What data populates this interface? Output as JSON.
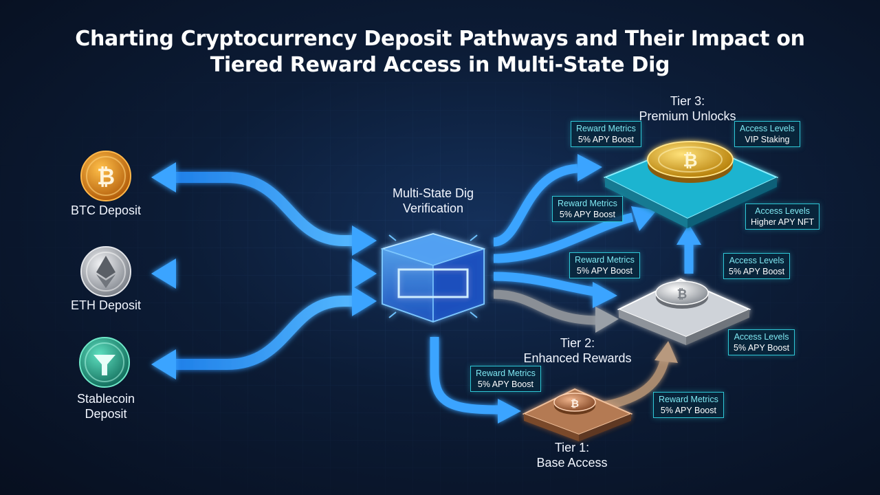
{
  "title": {
    "line1": "Charting Cryptocurrency Deposit Pathways and Their Impact on",
    "line2": "Tiered Reward Access in Multi-State Dig"
  },
  "deposits": [
    {
      "label": "BTC Deposit",
      "icon": "bitcoin-icon",
      "color": "#e88a1a"
    },
    {
      "label": "ETH Deposit",
      "icon": "ethereum-icon",
      "color": "#b8bcc4"
    },
    {
      "label_line1": "Stablecoin",
      "label_line2": "Deposit",
      "icon": "stablecoin-icon",
      "color": "#2fb89a"
    }
  ],
  "center": {
    "line1": "Multi-State Dig",
    "line2": "Verification"
  },
  "tiers": {
    "tier3": {
      "line1": "Tier 3:",
      "line2": "Premium Unlocks",
      "color": "#f2c230"
    },
    "tier2": {
      "line1": "Tier 2:",
      "line2": "Enhanced Rewards",
      "color": "#c9ccd2"
    },
    "tier1": {
      "line1": "Tier 1:",
      "line2": "Base Access",
      "color": "#c8835a"
    }
  },
  "callouts": {
    "t3_reward": {
      "title": "Reward Metrics",
      "value": "5% APY Boost"
    },
    "t3_access": {
      "title": "Access Levels",
      "value": "VIP Staking"
    },
    "mid_reward": {
      "title": "Reward Metrics",
      "value": "5% APY Boost"
    },
    "mid_access": {
      "title": "Access Levels",
      "value": "Higher APY NFT"
    },
    "t2_reward": {
      "title": "Reward Metrics",
      "value": "5% APY Boost"
    },
    "t2_access": {
      "title": "Access Levels",
      "value": "5% APY Boost"
    },
    "t2_access_low": {
      "title": "Access Levels",
      "value": "5% APY Boost"
    },
    "t1_reward_left": {
      "title": "Reward Metrics",
      "value": "5% APY Boost"
    },
    "t1_reward_right": {
      "title": "Reward Metrics",
      "value": "5% APY Boost"
    }
  },
  "colors": {
    "flow_blue": "#2d9bff",
    "flow_gray": "#8a8f96",
    "flow_bronze": "#a8896e",
    "accent_cyan": "#2fc9d8"
  }
}
